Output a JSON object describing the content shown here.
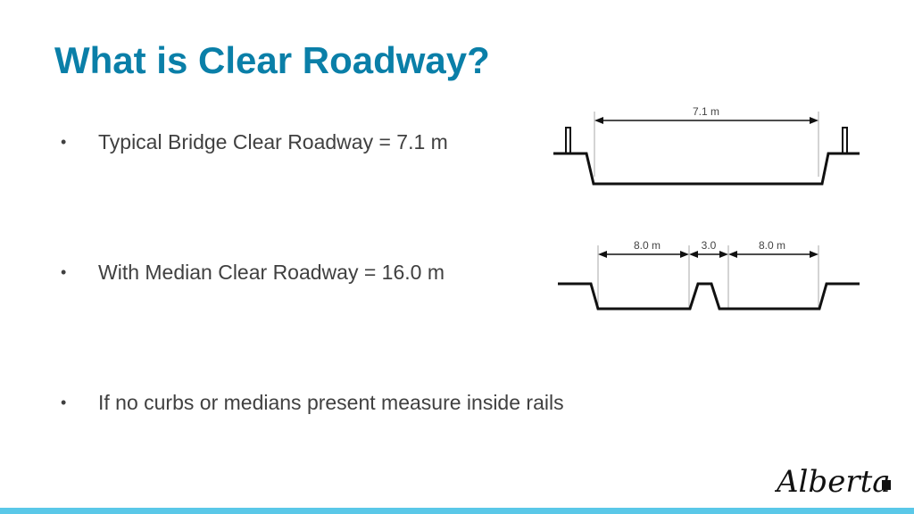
{
  "slide": {
    "title": "What is Clear Roadway?",
    "bullets": [
      {
        "marker": "•",
        "text": "Typical Bridge Clear Roadway = 7.1 m"
      },
      {
        "marker": "•",
        "text": "With Median Clear Roadway = 16.0 m"
      },
      {
        "marker": "•",
        "text": "If no curbs or medians present measure inside rails"
      }
    ],
    "diagrams": {
      "typical": {
        "dimension_label": "7.1 m"
      },
      "median": {
        "dimension_labels": [
          "8.0 m",
          "3.0",
          "8.0 m"
        ]
      }
    },
    "logo": {
      "text": "Alberta"
    },
    "colors": {
      "title": "#0a7fa8",
      "body_text": "#404040",
      "footer_bar": "#5ac8e8"
    }
  }
}
